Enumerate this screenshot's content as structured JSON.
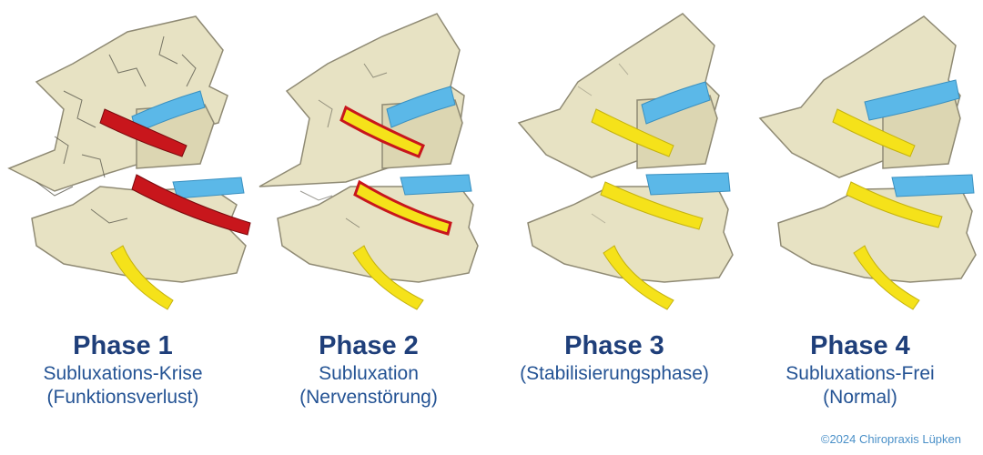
{
  "colors": {
    "bone_fill": "#e7e2c3",
    "bone_stroke": "#8f8a74",
    "disc_blue": "#5bb8e8",
    "nerve_yellow": "#f5e21a",
    "inflamed_red": "#c8161c",
    "heading_blue": "#1f3f7a",
    "text_blue": "#245394",
    "copyright_blue": "#4a90c8"
  },
  "phases": [
    {
      "title": "Phase 1",
      "line1": "Subluxations-Krise",
      "line2": "(Funktionsverlust)",
      "severity": "crisis"
    },
    {
      "title": "Phase 2",
      "line1": "Subluxation",
      "line2": "(Nervenstörung)",
      "severity": "disturbed"
    },
    {
      "title": "Phase 3",
      "line1": "(Stabilisierungsphase)",
      "line2": "",
      "severity": "stabilizing"
    },
    {
      "title": "Phase 4",
      "line1": "Subluxations-Frei",
      "line2": "(Normal)",
      "severity": "normal"
    }
  ],
  "copyright": "©2024 Chiropraxis Lüpken"
}
